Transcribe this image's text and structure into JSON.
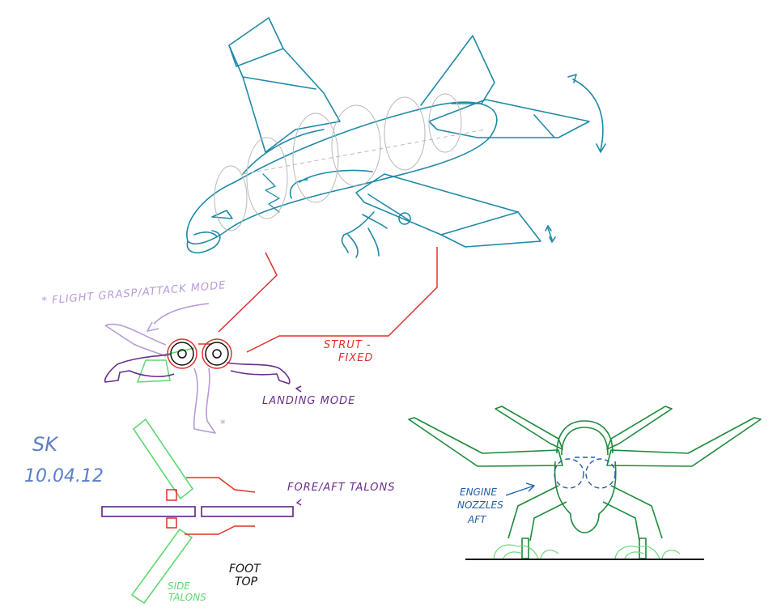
{
  "labels": {
    "flight_mode": "* FLIGHT GRASP/ATTACK MODE",
    "strut_line1": "STRUT -",
    "strut_line2": "FIXED",
    "landing_mode": "LANDING MODE",
    "fore_aft": "FORE/AFT TALONS",
    "engine_line1": "ENGINE",
    "engine_line2": "NOZZLES",
    "engine_line3": "AFT",
    "side_line1": "SIDE",
    "side_line2": "TALONS",
    "foot_line1": "FOOT",
    "foot_line2": "TOP",
    "sig_initials": "SK",
    "sig_date": "10.04.12",
    "asterisk": "*"
  },
  "colors": {
    "aircraft": "#1f8aa6",
    "guide": "#b9b9b9",
    "flight_mode": "#b79bd6",
    "strut": "#e0302a",
    "landing_mode": "#6a2e8c",
    "talon_green": "#5fd870",
    "front_view": "#1e8a3c",
    "signature": "#5a7ec7",
    "ink": "#111111"
  }
}
